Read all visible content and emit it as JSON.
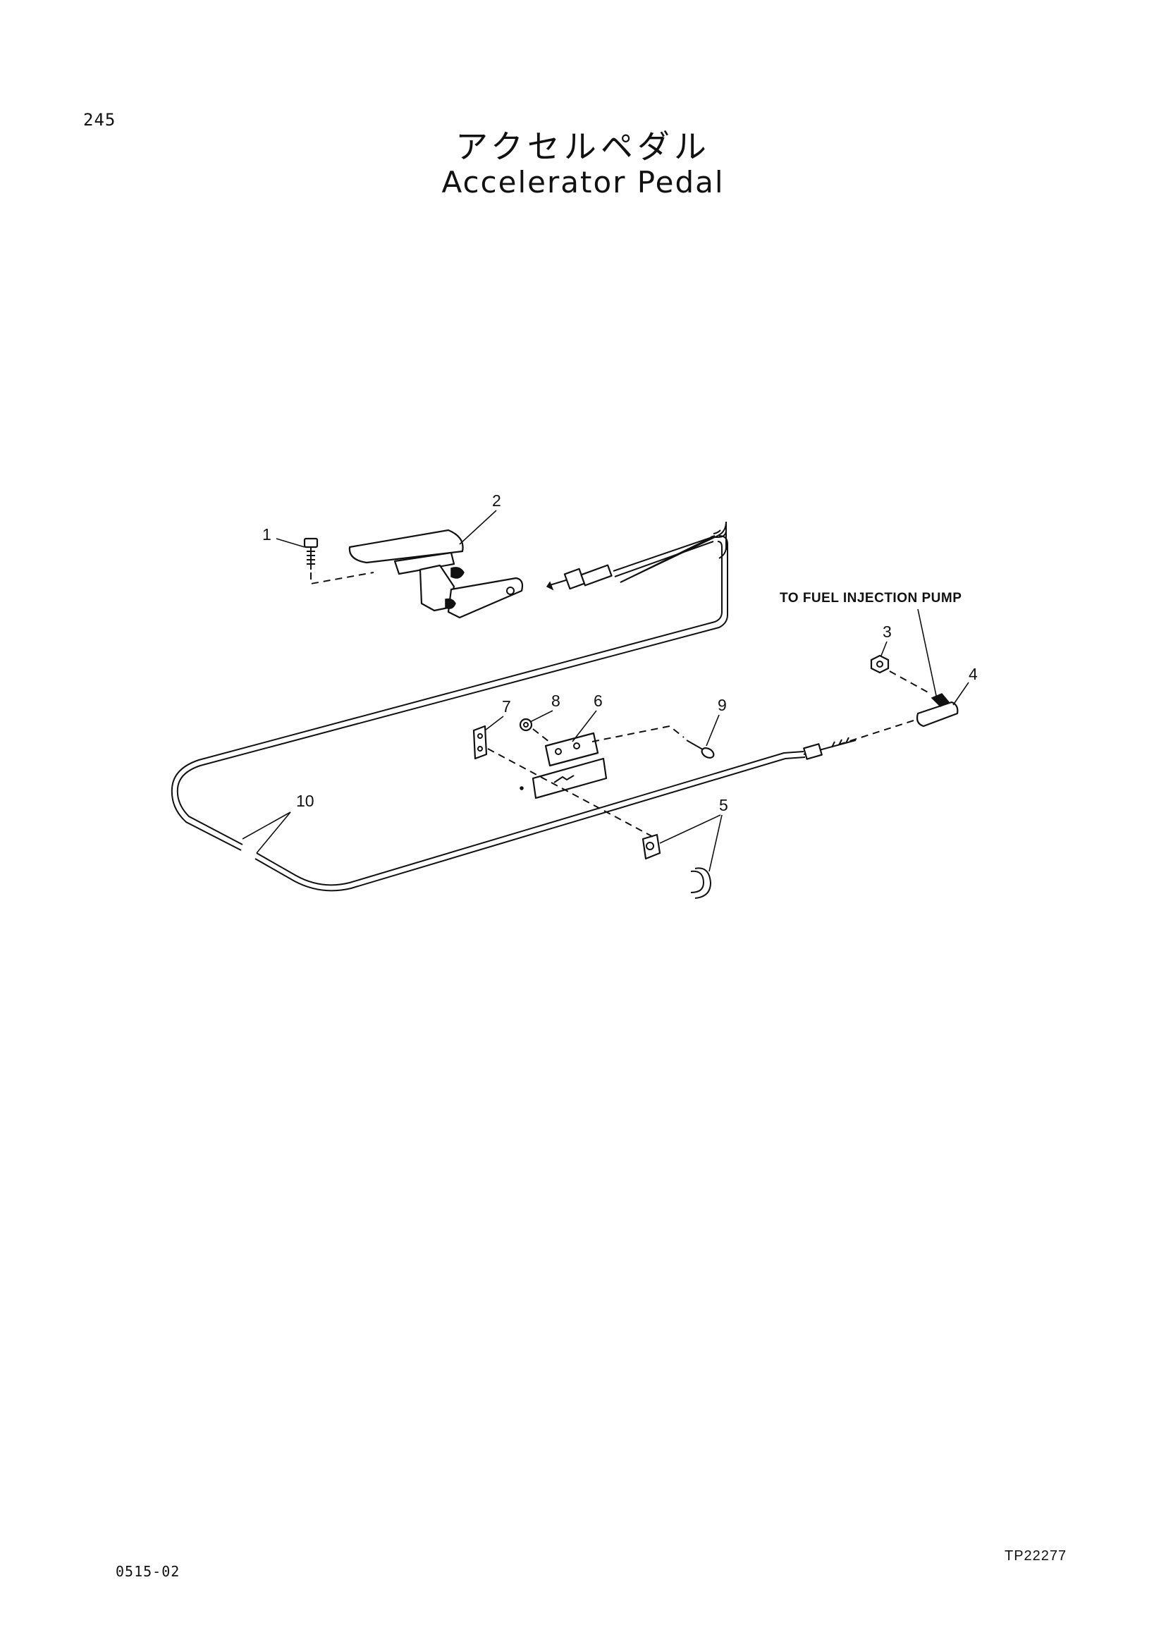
{
  "page": {
    "number": "245",
    "title_jp": "アクセルペダル",
    "title_en": "Accelerator Pedal"
  },
  "diagram": {
    "note": "TO FUEL INJECTION PUMP",
    "callouts": [
      "1",
      "2",
      "3",
      "4",
      "5",
      "6",
      "7",
      "8",
      "9",
      "10"
    ]
  },
  "footer": {
    "left_code": "0515-02",
    "right_code": "TP22277"
  }
}
